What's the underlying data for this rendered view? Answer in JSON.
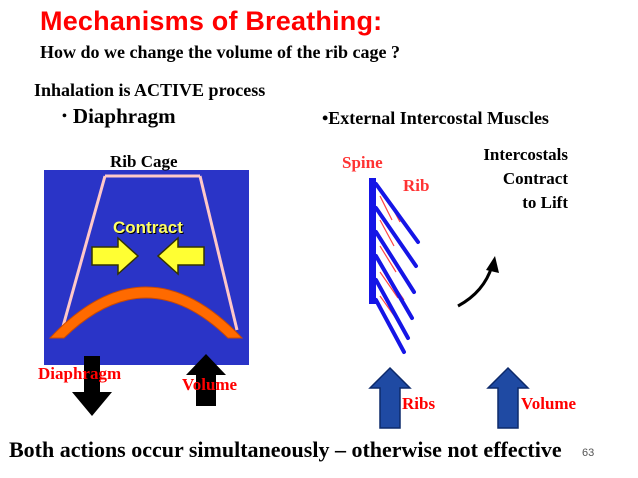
{
  "title": "Mechanisms of Breathing:",
  "subtitle": "How do we change the volume of the rib cage ?",
  "inhalation": "Inhalation is ACTIVE process",
  "bullet_marker": "•",
  "bullet_diaphragm": "Diaphragm",
  "bullet_intercostal": "•External Intercostal Muscles",
  "left_diagram": {
    "rib_cage_label": "Rib Cage",
    "contract_label": "Contract",
    "diaphragm_label": "Diaphragm",
    "volume_label": "Volume",
    "colors": {
      "panel": "#2a34c7",
      "dome": "#ff6a00",
      "arrows": "#ffff33",
      "cage_lines": "#ffc8c8"
    }
  },
  "right_diagram": {
    "spine_label": "Spine",
    "rib_label": "Rib",
    "intercostals_lines": [
      "Intercostals",
      "Contract",
      "to Lift"
    ],
    "ribs_label": "Ribs",
    "volume_label": "Volume",
    "colors": {
      "spine": "#1515e6",
      "intercostal_lines": "#ff4444",
      "big_arrows": "#1f4aa3"
    }
  },
  "footer": "Both actions occur simultaneously – otherwise not effective",
  "slide_number": "63"
}
